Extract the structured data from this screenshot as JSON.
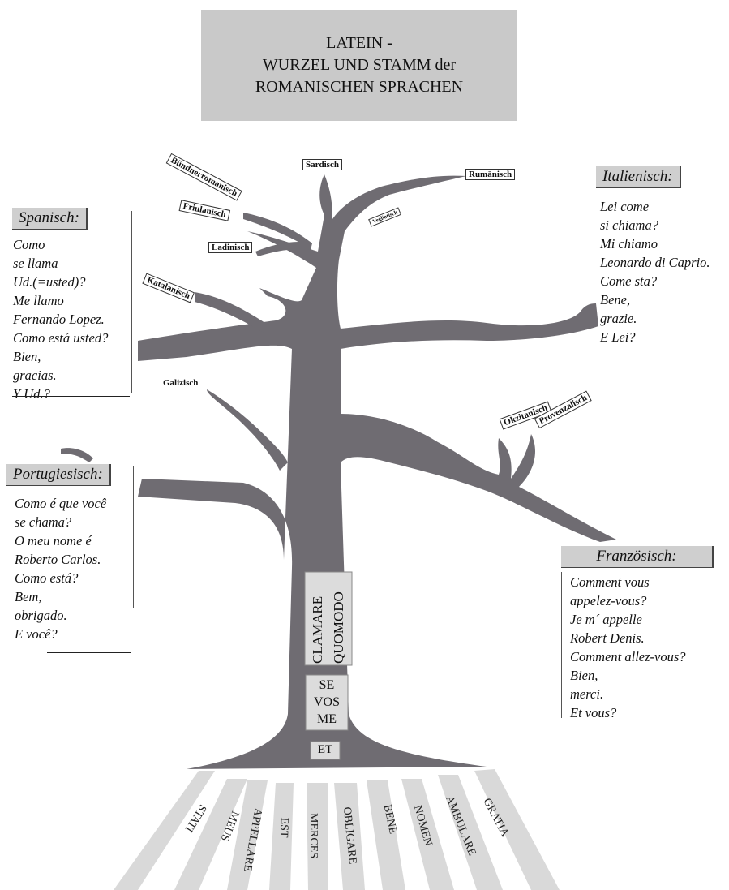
{
  "title": {
    "line1": "LATEIN -",
    "line2": "WURZEL UND STAMM der",
    "line3": "ROMANISCHEN SPRACHEN"
  },
  "branches": {
    "buendnerromanisch": "Bündnerromanisch",
    "sardisch": "Sardisch",
    "rumaenisch": "Rumänisch",
    "friulanisch": "Friulanisch",
    "vegliotisch": "Vegliotisch",
    "ladinisch": "Ladinisch",
    "katalanisch": "Katalanisch",
    "galizisch": "Galizisch",
    "okzitanisch": "Okzitanisch",
    "provenzalisch": "Provenzalisch"
  },
  "spanisch": {
    "heading": "Spanisch:",
    "lines": [
      "Como",
      "se llama",
      "Ud.(=usted)?",
      "Me llamo",
      "Fernando Lopez.",
      "Como está usted?",
      "Bien,",
      "gracias.",
      "Y Ud.?"
    ]
  },
  "italienisch": {
    "heading": "Italienisch:",
    "lines": [
      "Lei come",
      "si chiama?",
      "Mi chiamo",
      "Leonardo di Caprio.",
      "Come sta?",
      "Bene,",
      "grazie.",
      "E Lei?"
    ]
  },
  "portugiesisch": {
    "heading": "Portugiesisch:",
    "lines": [
      "Como é que você",
      "se chama?",
      "O meu nome é",
      "Roberto Carlos.",
      "Como está?",
      "Bem,",
      "obrigado.",
      "E você?"
    ]
  },
  "franzoesisch": {
    "heading": "Französisch:",
    "lines": [
      "Comment vous",
      "appelez-vous?",
      "Je m´ appelle",
      "Robert Denis.",
      "Comment allez-vous?",
      "Bien,",
      "merci.",
      "Et vous?"
    ]
  },
  "trunk": {
    "quomodo": "QUOMODO",
    "clamare": "CLAMARE",
    "se": "SE",
    "vos": "VOS",
    "me": "ME",
    "et": "ET"
  },
  "roots": [
    "STATI",
    "MEUS",
    "APPELLARE",
    "EST",
    "MERCES",
    "OBLIGARE",
    "BENE",
    "NOMEN",
    "AMBULARE",
    "GRATIA"
  ],
  "colors": {
    "tree": "#6f6c72",
    "title_bg": "#c9c9c9",
    "heading_bg": "#cfcfcf",
    "root_bg": "#d9d9d9"
  }
}
